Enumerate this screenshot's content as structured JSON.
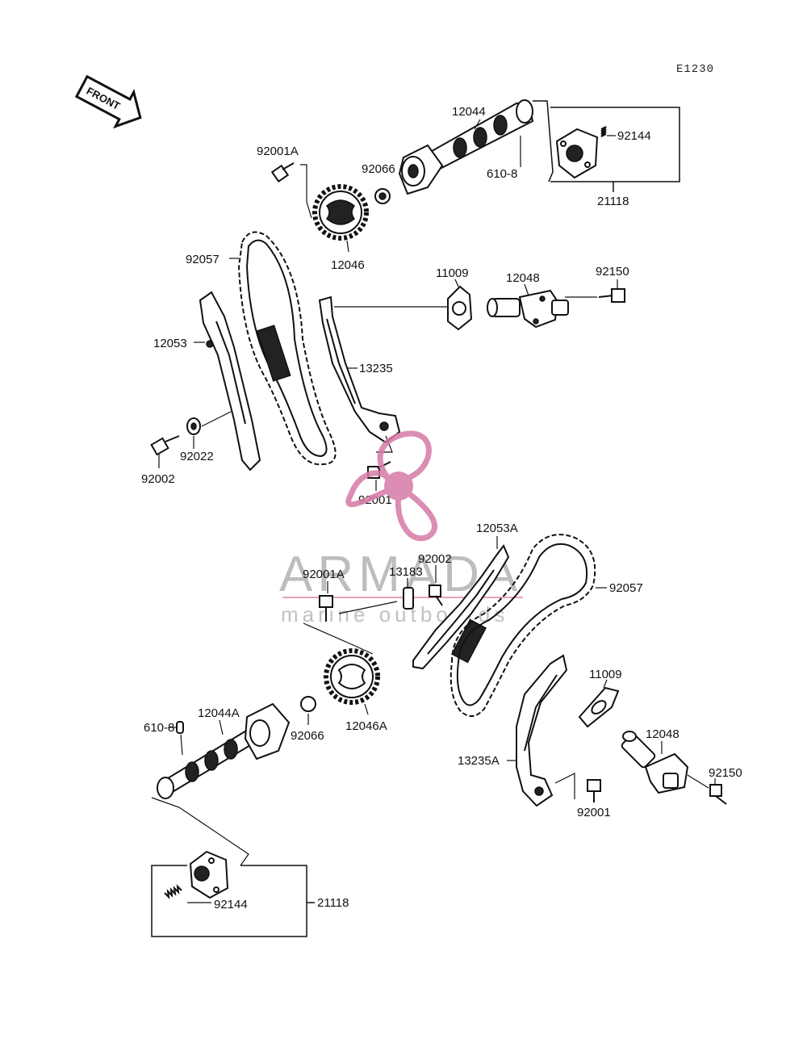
{
  "diagram_code": "E1230",
  "front_label": "FRONT",
  "parts_upper": {
    "camshaft": "12044",
    "pin": "610-8",
    "spring": "92144",
    "weight_assy": "21118",
    "collar": "92066",
    "bolt_sprocket": "92001A",
    "sprocket": "12046",
    "chain": "92057",
    "gasket": "11009",
    "tensioner": "12048",
    "tensioner_bolt": "92150",
    "guide": "12053",
    "guide_rear": "13235",
    "washer": "92022",
    "bolt_guide": "92002",
    "bolt_guide_rear": "92001"
  },
  "parts_lower": {
    "guide": "12053A",
    "bolt_guide": "92002",
    "stopper": "13183",
    "bolt_sprocket": "92001A",
    "chain": "92057",
    "gasket": "11009",
    "sprocket": "12046A",
    "collar": "92066",
    "pin": "610-8",
    "camshaft": "12044A",
    "guide_rear": "13235A",
    "tensioner": "12048",
    "tensioner_bolt": "92150",
    "bolt_guide_rear": "92001",
    "spring": "92144",
    "weight_assy": "21118"
  },
  "watermark": {
    "title": "ARMADA",
    "subtitle": "marine outboards",
    "logo_color": "#d77aa6"
  }
}
